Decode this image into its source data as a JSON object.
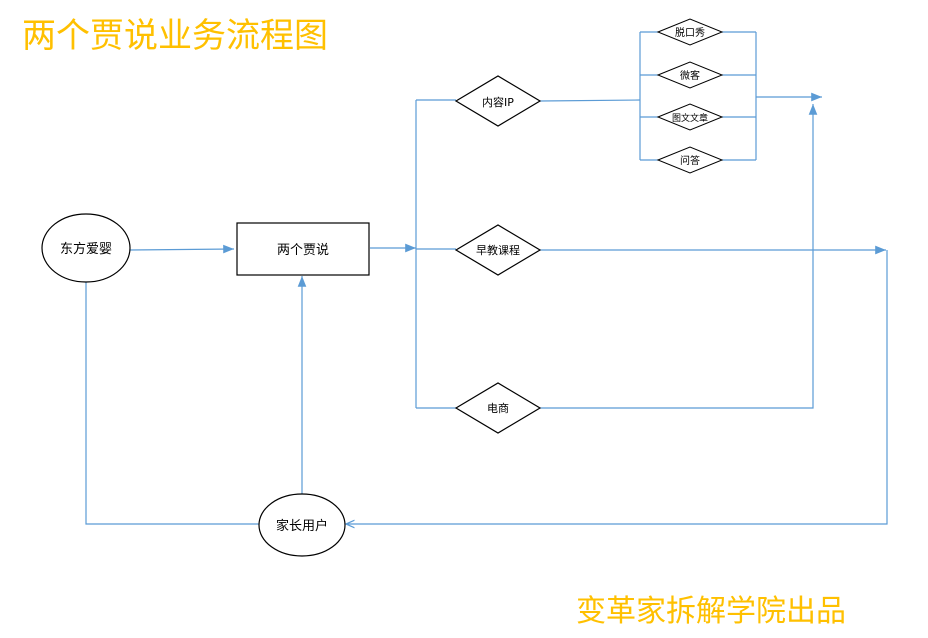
{
  "title": "两个贾说业务流程图",
  "credit": "变革家拆解学院出品",
  "nodes": {
    "dongfang": "东方爱婴",
    "main": "两个贾说",
    "parent": "家长用户",
    "content_ip": "内容IP",
    "early_edu": "早教课程",
    "ecommerce": "电商",
    "talkshow": "脱口秀",
    "microdrama": "微客",
    "article": "图文文章",
    "qa": "问答"
  },
  "colors": {
    "line": "#5B9BD5",
    "accent": "#FFC000",
    "stroke": "#000000"
  }
}
